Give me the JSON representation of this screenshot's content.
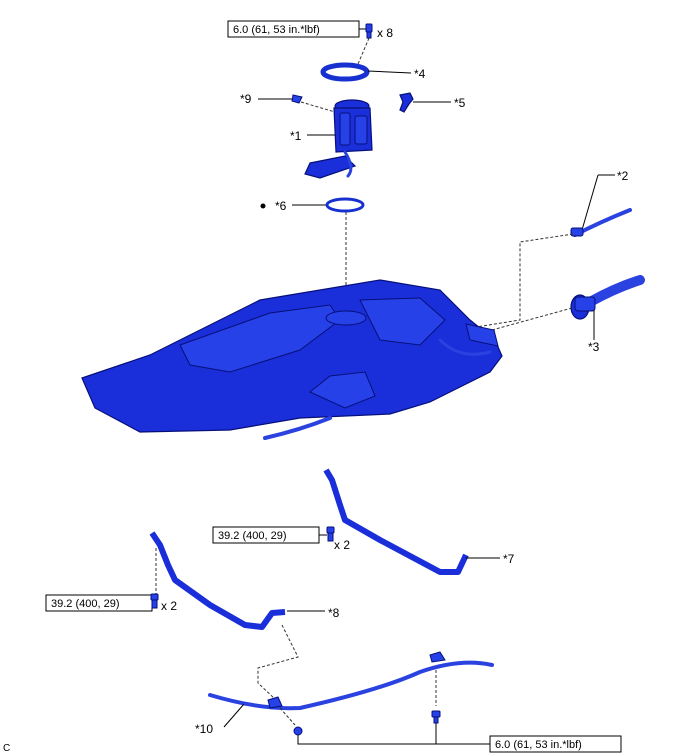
{
  "torque": {
    "top": "6.0 (61, 53 in.*lbf)",
    "mid": "39.2 (400, 29)",
    "left": "39.2 (400, 29)",
    "bottom": "6.0 (61, 53 in.*lbf)"
  },
  "qty": {
    "top": "x 8",
    "mid": "x 2",
    "left": "x 2"
  },
  "labels": {
    "p1": "*1",
    "p2": "*2",
    "p3": "*3",
    "p4": "*4",
    "p5": "*5",
    "p6": "*6",
    "p7": "*7",
    "p8": "*8",
    "p9": "*9",
    "p10": "*10",
    "corner": "C"
  },
  "colors": {
    "part": "#1a2fd9",
    "outline": "#06107a"
  }
}
